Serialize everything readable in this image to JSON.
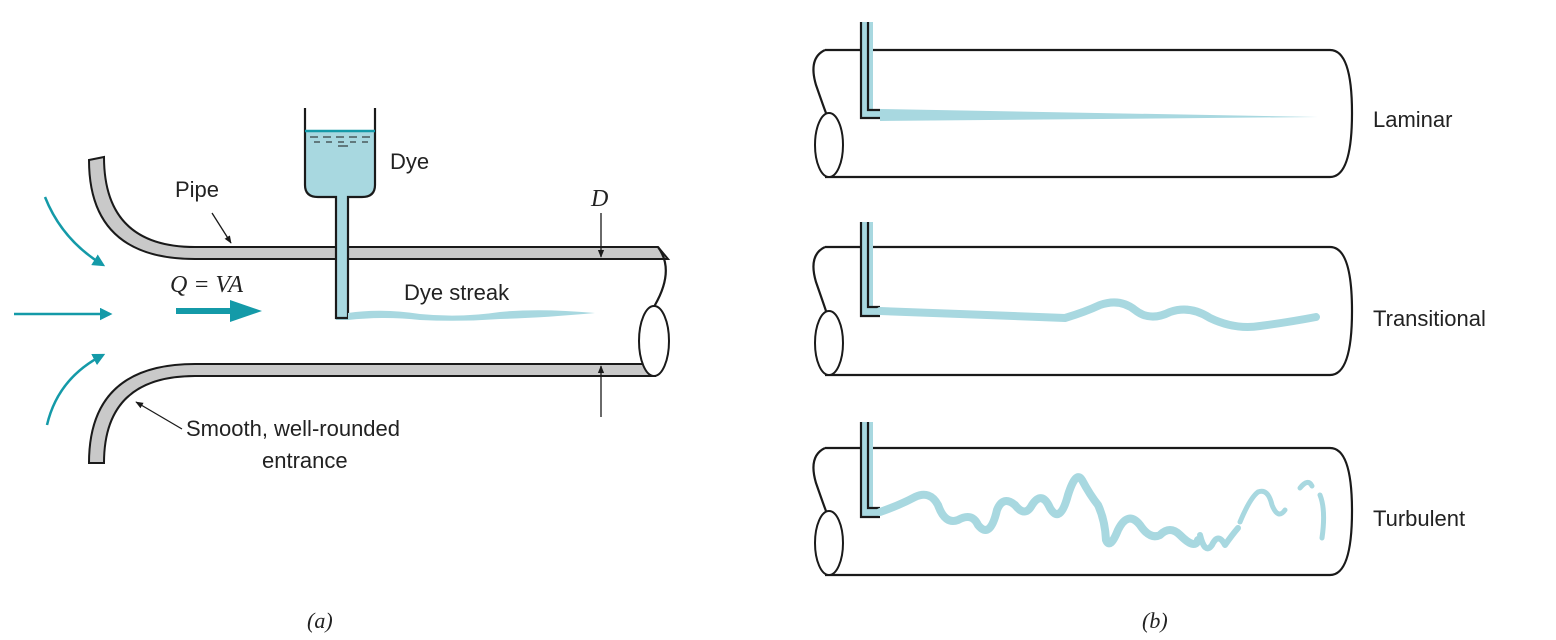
{
  "colors": {
    "dye": "#a8d8e0",
    "flow_arrow": "#149aa8",
    "pipe_wall": "#c9c9c9",
    "outline": "#1a1a1a"
  },
  "panel_a": {
    "caption": "(a)",
    "labels": {
      "dye": "Dye",
      "pipe": "Pipe",
      "diameter": "D",
      "flow": "Q = VA",
      "streak": "Dye streak",
      "entrance_line1": "Smooth, well-rounded",
      "entrance_line2": "entrance"
    }
  },
  "panel_b": {
    "caption": "(b)",
    "regimes": [
      {
        "label": "Laminar"
      },
      {
        "label": "Transitional"
      },
      {
        "label": "Turbulent"
      }
    ]
  }
}
